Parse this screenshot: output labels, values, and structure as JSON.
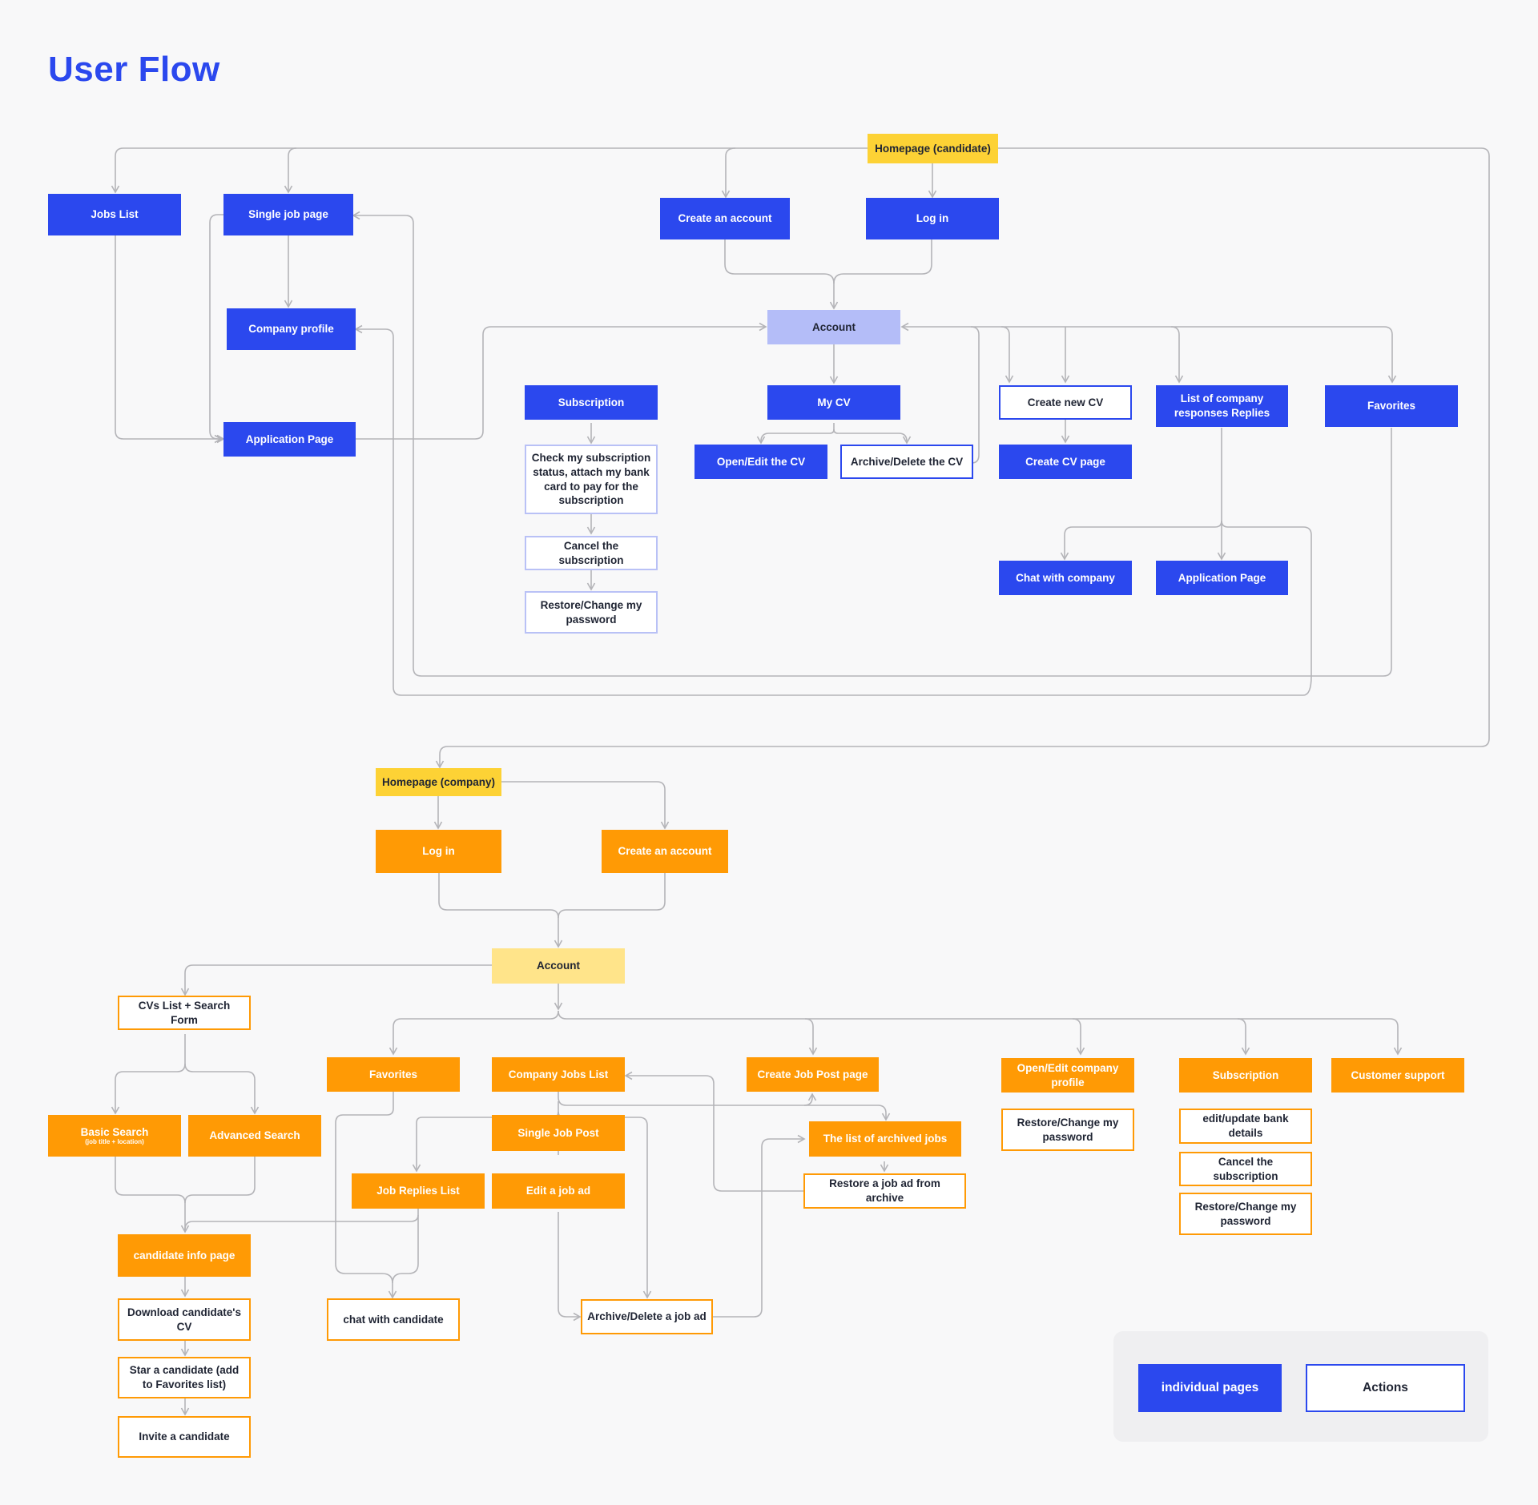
{
  "page": {
    "title": "User Flow"
  },
  "colors": {
    "page_blue": "#2b48ee",
    "lavender": "#b4bdf8",
    "soft_blue_border": "#b9c1f6",
    "action_orange": "#ff9a05",
    "homepage_yellow": "#fdd235",
    "account_pale_yellow": "#ffe48a",
    "connector": "#b4b4b8",
    "legend_panel": "#efeff1"
  },
  "candidate": {
    "homepage": "Homepage (candidate)",
    "jobs_list": "Jobs List",
    "single_job_page": "Single job page",
    "company_profile": "Company profile",
    "application_page": "Application Page",
    "create_account": "Create an account",
    "log_in": "Log in",
    "account": "Account",
    "subscription": "Subscription",
    "check_subscription": "Check my subscription status, attach my bank card to pay for the subscription",
    "cancel_subscription": "Cancel the subscription",
    "restore_password": "Restore/Change my password",
    "my_cv": "My CV",
    "open_edit_cv": "Open/Edit the CV",
    "archive_delete_cv": "Archive/Delete the CV",
    "create_new_cv": "Create new CV",
    "create_cv_page": "Create CV page",
    "company_responses": "List of company responses Replies",
    "favorites": "Favorites",
    "chat_with_company": "Chat with company",
    "application_page_2": "Application Page"
  },
  "company": {
    "homepage": "Homepage (company)",
    "log_in": "Log in",
    "create_account": "Create an account",
    "account": "Account",
    "cvs_list": "CVs List + Search Form",
    "basic_search": "Basic Search",
    "basic_search_hint": "(job title + location)",
    "advanced_search": "Advanced Search",
    "candidate_info_page": "candidate info page",
    "download_cv": "Download candidate's CV",
    "star_candidate": "Star a candidate (add to Favorites list)",
    "invite_candidate": "Invite a candidate",
    "favorites": "Favorites",
    "chat_with_candidate": "chat with candidate",
    "company_jobs_list": "Company Jobs List",
    "single_job_post": "Single Job Post",
    "job_replies_list": "Job Replies List",
    "edit_job_ad": "Edit a job ad",
    "archive_delete_job_ad": "Archive/Delete a job ad",
    "create_job_post_page": "Create Job Post page",
    "archived_jobs_list": "The list of archived jobs",
    "restore_job_ad": "Restore a job ad from archive",
    "open_edit_profile": "Open/Edit company profile",
    "profile_restore_password": "Restore/Change my password",
    "subscription": "Subscription",
    "edit_bank_details": "edit/update bank details",
    "cancel_subscription": "Cancel the subscription",
    "sub_restore_password": "Restore/Change my password",
    "customer_support": "Customer support"
  },
  "legend": {
    "individual_pages": "individual pages",
    "actions": "Actions"
  }
}
